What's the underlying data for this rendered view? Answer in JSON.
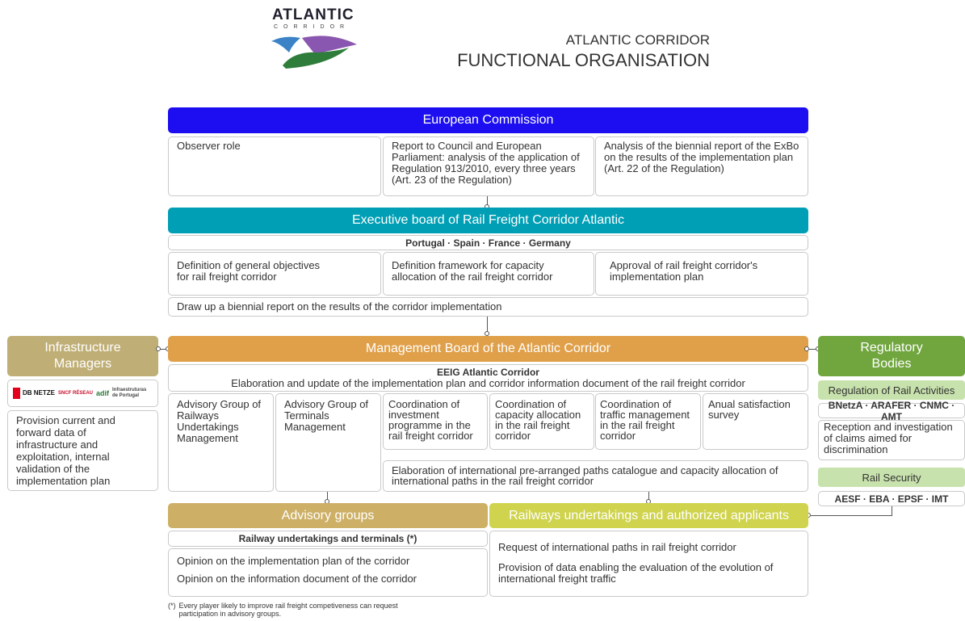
{
  "logo": {
    "name": "ATLANTIC",
    "sub": "CORRIDOR"
  },
  "title": {
    "line1": "ATLANTIC CORRIDOR",
    "line2": "FUNCTIONAL ORGANISATION"
  },
  "colors": {
    "european_commission": "#1c0ef0",
    "executive_board": "#009fb5",
    "management_board": "#e0a04a",
    "infrastructure_managers": "#bfae75",
    "regulatory_bodies": "#71a63f",
    "regulatory_sub": "#c8e2ad",
    "advisory_groups": "#cdb066",
    "railway_undertakings": "#cfd34d"
  },
  "european_commission": {
    "header": "European Commission",
    "boxes": [
      "Observer role",
      "Report to Council and European Parliament: analysis of the application of Regulation 913/2010, every three years (Art. 23 of the Regulation)",
      "Analysis of the biennial report of the ExBo on the results of the implementation plan\n(Art. 22 of the Regulation)"
    ]
  },
  "executive_board": {
    "header": "Executive board of Rail Freight Corridor Atlantic",
    "countries": "Portugal · Spain · France · Germany",
    "boxes": [
      "Definition of general objectives\nfor rail freight corridor",
      "Definition framework for capacity allocation of the rail freight corridor",
      "Approval of rail freight corridor's implementation plan"
    ],
    "report": "Draw up a biennial report on the results of the corridor implementation"
  },
  "management_board": {
    "header": "Management Board of the Atlantic Corridor",
    "eeig_title": "EEIG  Atlantic Corridor",
    "eeig_text": "Elaboration and update of the implementation plan and corridor information document of the rail freight corridor",
    "columns": [
      "Advisory Group of Railways Undertakings Management",
      "Advisory Group of Terminals Management",
      "Coordination of investment programme in the rail freight corridor",
      "Coordination of capacity allocation in the rail freight corridor",
      "Coordination of traffic management in the rail freight corridor",
      "Anual satisfaction survey"
    ],
    "paths": "Elaboration of international pre-arranged paths catalogue and capacity allocation of international paths in the rail freight corridor"
  },
  "infrastructure_managers": {
    "header": "Infrastructure Managers",
    "logos": [
      "DB NETZE",
      "SNCF RÉSEAU",
      "adif",
      "Infraestruturas de Portugal"
    ],
    "text": "Provision current and forward data of infrastructure and exploitation, internal validation of the implementation plan"
  },
  "regulatory_bodies": {
    "header": "Regulatory Bodies",
    "rail_activities": "Regulation of Rail Activities",
    "rail_activities_members": "BNetzA · ARAFER · CNMC · AMT",
    "claims": "Reception and investigation of claims aimed for discrimination",
    "rail_security": "Rail Security",
    "rail_security_members": "AESF · EBA · EPSF · IMT"
  },
  "advisory_groups": {
    "header": "Advisory groups",
    "subtitle": "Railway undertakings and terminals (*)",
    "items": [
      "Opinion on the implementation plan of the corridor",
      "Opinion on the information document of the corridor"
    ]
  },
  "railway_undertakings": {
    "header": "Railways undertakings and authorized applicants",
    "items": [
      "Request of international paths in rail freight corridor",
      "Provision of data enabling the evaluation of the evolution of international freight traffic"
    ]
  },
  "footnote": {
    "marker": "(*)",
    "text": "Every player likely to improve rail freight competiveness can request participation in advisory groups."
  }
}
